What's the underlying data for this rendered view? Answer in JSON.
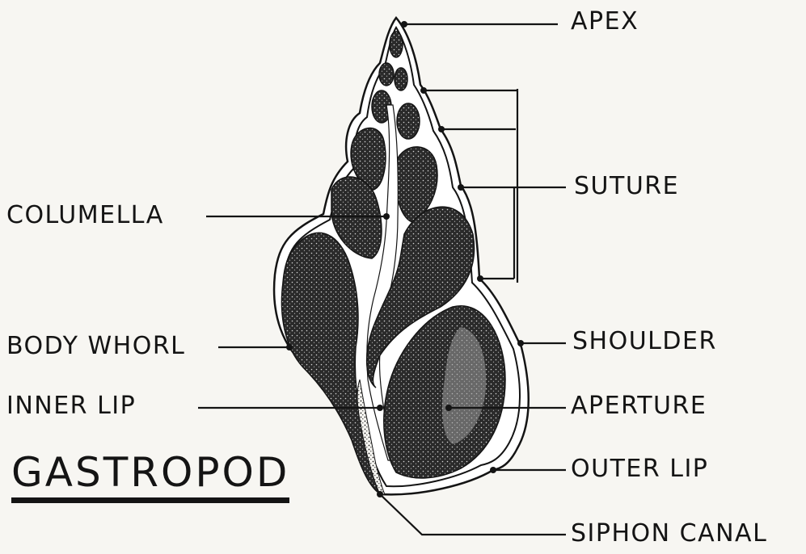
{
  "title": "GASTROPOD",
  "labels": {
    "apex": "APEX",
    "suture": "SUTURE",
    "columella": "COLUMELLA",
    "body_whorl": "BODY WHORL",
    "inner_lip": "INNER LIP",
    "shoulder": "SHOULDER",
    "aperture": "APERTURE",
    "outer_lip": "OUTER LIP",
    "siphon_canal": "SIPHON CANAL"
  }
}
